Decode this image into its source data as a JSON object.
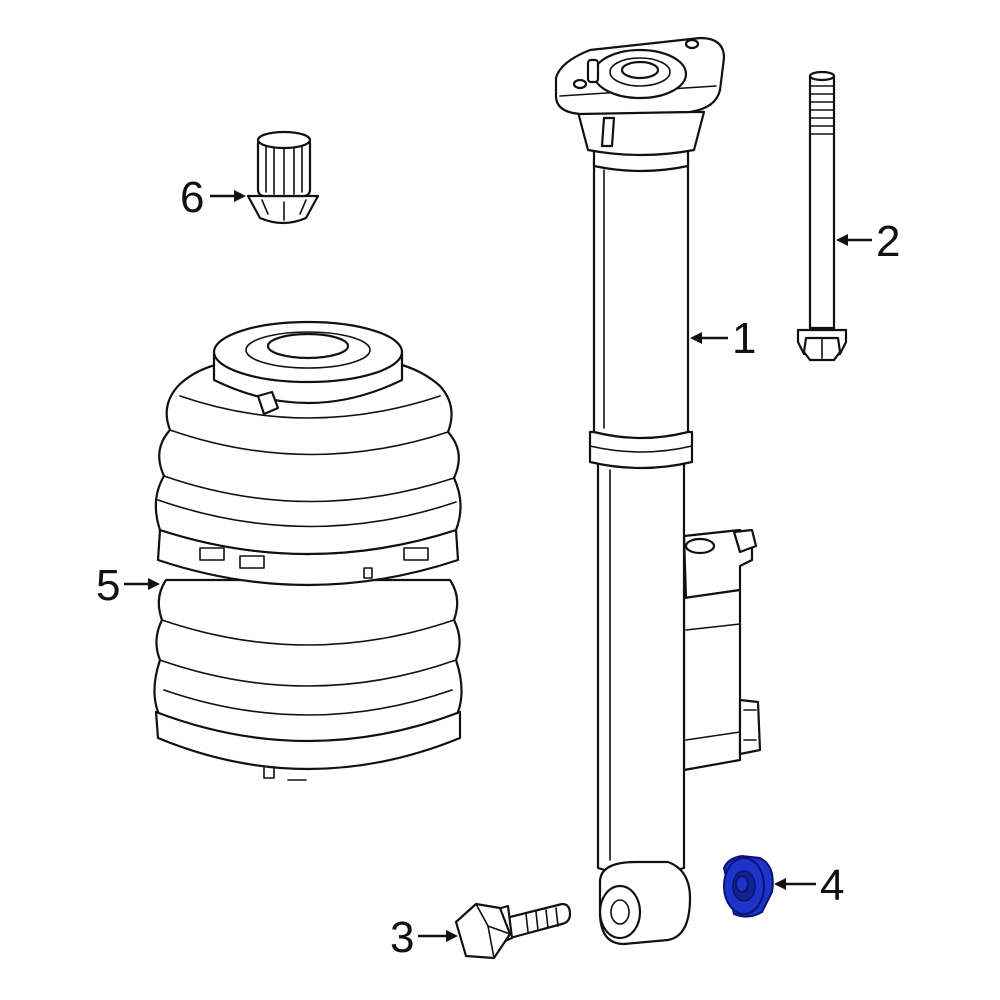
{
  "callouts": {
    "c1": "1",
    "c2": "2",
    "c3": "3",
    "c4": "4",
    "c5": "5",
    "c6": "6"
  },
  "colors": {
    "highlight": "#1d33c9",
    "line": "#111111",
    "background": "#ffffff"
  }
}
